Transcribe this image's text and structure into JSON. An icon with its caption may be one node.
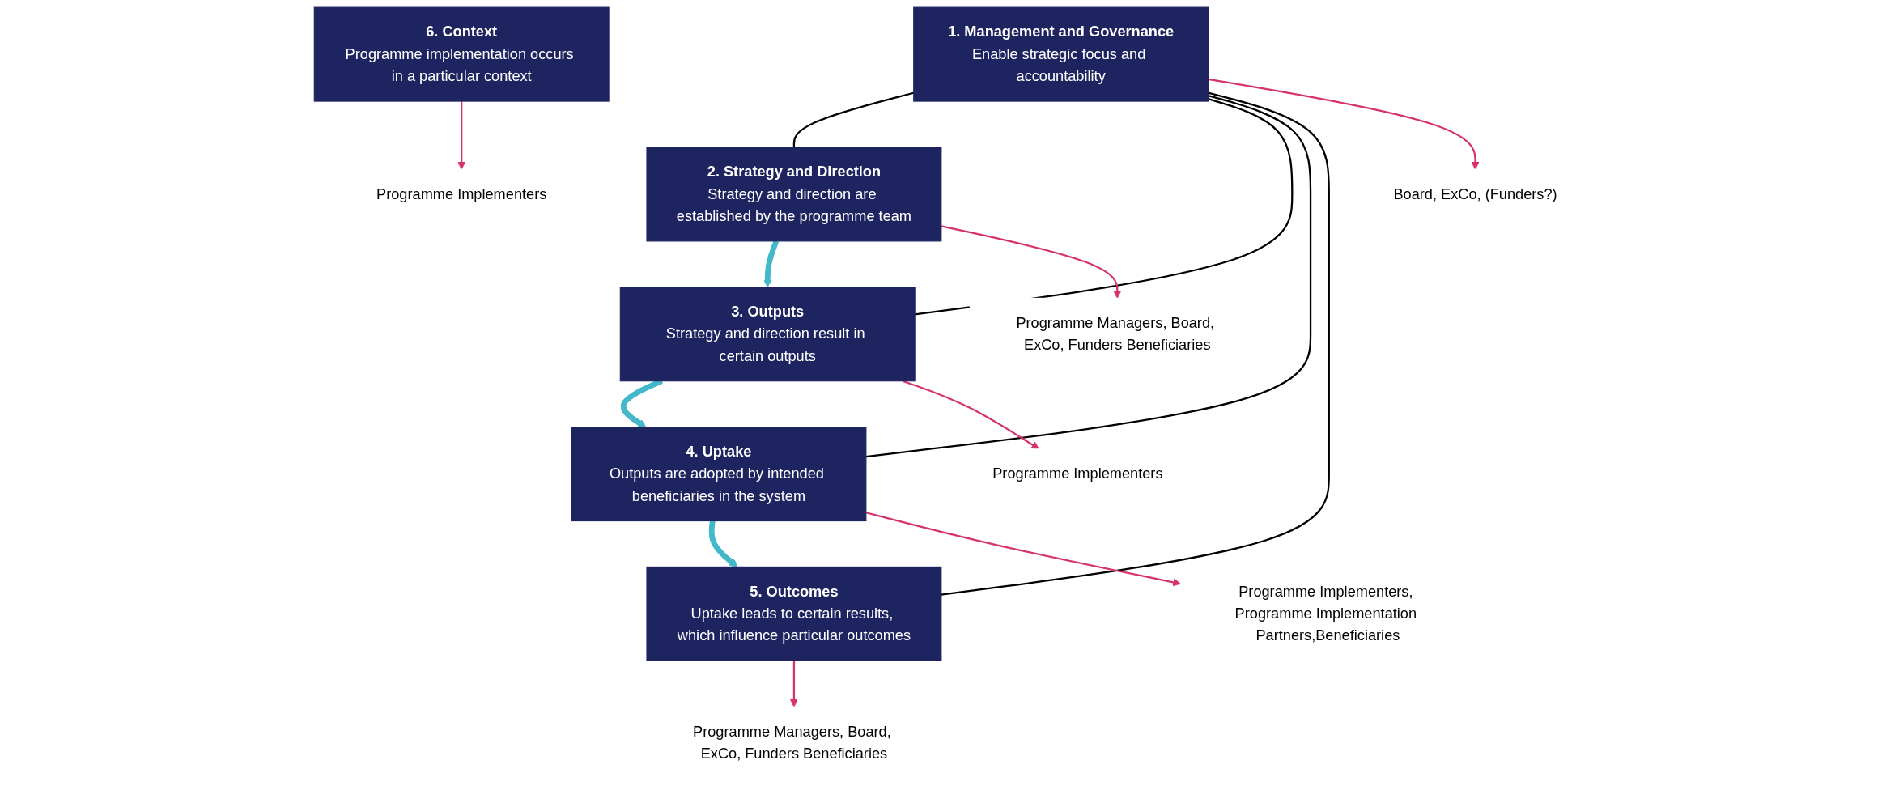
{
  "diagram": {
    "nodes": [
      {
        "text": [
          "1. Management and Governance",
          "Enable strategic focus and accountability"
        ]
      },
      {
        "text": [
          "2. Strategy and Direction",
          "Strategy and direction are established by the programme team"
        ]
      },
      {
        "text": [
          "3. Outputs",
          "Strategy and direction result in certain outputs"
        ]
      },
      {
        "text": [
          "4. Uptake",
          "Outputs are adopted by intended beneficiaries in the system"
        ]
      },
      {
        "text": [
          "5. Outcomes",
          "Uptake leads to certain results, which influence particular outcomes"
        ]
      },
      {
        "text": [
          "6. Context",
          "Programme implementation occurs in a particular context"
        ]
      },
      {
        "text": [
          "Board, ExCo, (Funders?)"
        ]
      },
      {
        "text": [
          "Programme Managers, Board, ExCo, Funders Beneficiaries"
        ]
      },
      {
        "text": [
          "Programme Implementers"
        ]
      },
      {
        "text": [
          "Programme Implementers, Programme Implementation Partners,Beneficiaries"
        ]
      },
      {
        "text": [
          "Programme Managers, Board, ExCo, Funders Beneficiaries"
        ]
      },
      {
        "text": [
          "Programme Implementers"
        ]
      }
    ],
    "edges": [
      {
        "from": 0,
        "to": 1,
        "arrow": "none",
        "color": "#000000"
      },
      {
        "from": 0,
        "to": 2,
        "arrow": "none",
        "color": "#000000"
      },
      {
        "from": 0,
        "to": 3,
        "arrow": "none",
        "color": "#000000"
      },
      {
        "from": 0,
        "to": 4,
        "arrow": "none",
        "color": "#000000"
      },
      {
        "from": 0,
        "to": 6,
        "arrow": "to"
      },
      {
        "from": 1,
        "to": 2,
        "arrow": "to",
        "style": "thick",
        "color": "#42b8ca"
      },
      {
        "from": 2,
        "to": 3,
        "arrow": "to",
        "style": "thick",
        "color": "#42b8ca"
      },
      {
        "from": 3,
        "to": 4,
        "arrow": "to",
        "style": "thick",
        "color": "#42b8ca"
      },
      {
        "from": 1,
        "to": 7,
        "arrow": "to"
      },
      {
        "from": 2,
        "to": 8,
        "arrow": "to"
      },
      {
        "from": 3,
        "to": 9,
        "arrow": "to"
      },
      {
        "from": 4,
        "to": 10,
        "arrow": "to"
      },
      {
        "from": 5,
        "to": 11,
        "arrow": "to"
      }
    ]
  }
}
